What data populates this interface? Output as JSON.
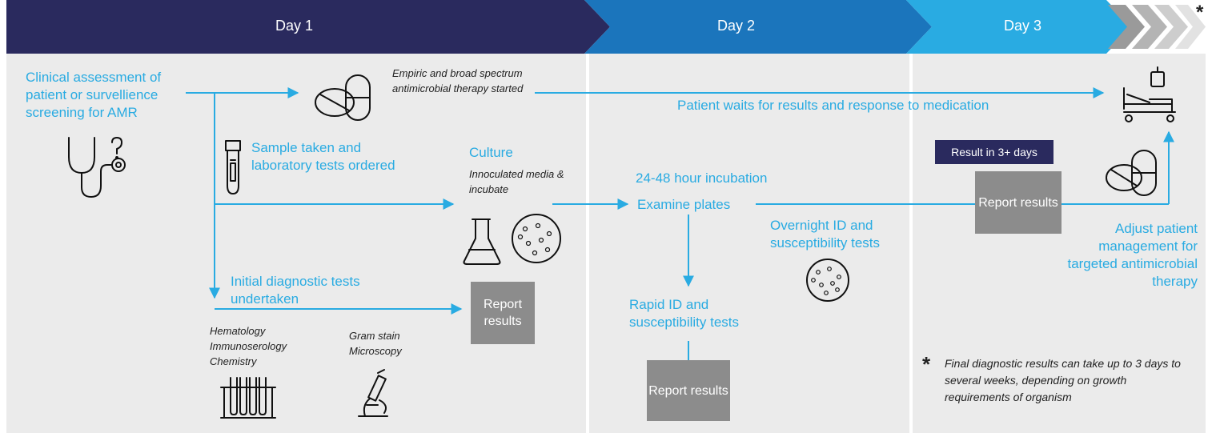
{
  "colors": {
    "day1_header": "#2a2a5e",
    "day2_header": "#1b75bc",
    "day3_header": "#29abe2",
    "flow_line": "#29abe2",
    "panel_bg": "#ebebeb",
    "report_box": "#8c8c8c",
    "result_banner": "#2a2a5e"
  },
  "header": {
    "day1": "Day 1",
    "day2": "Day 2",
    "day3": "Day 3",
    "asterisk": "*"
  },
  "day1": {
    "clinical": "Clinical assessment of patient or survellience screening for AMR",
    "empiric": "Empiric and broad spectrum antimicrobial therapy started",
    "sample": "Sample taken and laboratory tests ordered",
    "culture_title": "Culture",
    "culture_sub": "Innoculated media & incubate",
    "initial": "Initial diagnostic tests undertaken",
    "report": "Report results",
    "hematology": "Hematology Immunoserology Chemistry",
    "gram": "Gram stain Microscopy"
  },
  "day2": {
    "waits": "Patient waits for results and response to medication",
    "incubation": "24-48 hour incubation",
    "examine": "Examine plates",
    "overnight": "Overnight ID and susceptibility tests",
    "rapid": "Rapid ID and susceptibility tests",
    "report": "Report results"
  },
  "day3": {
    "banner": "Result in 3+ days",
    "report": "Report results",
    "adjust": "Adjust patient management for targeted antimicrobial therapy",
    "footnote_star": "*",
    "footnote": "Final diagnostic results can take up to 3 days to several weeks, depending on growth requirements of organism"
  },
  "icons": [
    "stethoscope-icon",
    "pills-icon",
    "test-tube-icon",
    "flask-icon",
    "petri-dish-icon",
    "test-tube-rack-icon",
    "microscope-icon",
    "hospital-bed-icon",
    "chevron-arrows-icon"
  ]
}
